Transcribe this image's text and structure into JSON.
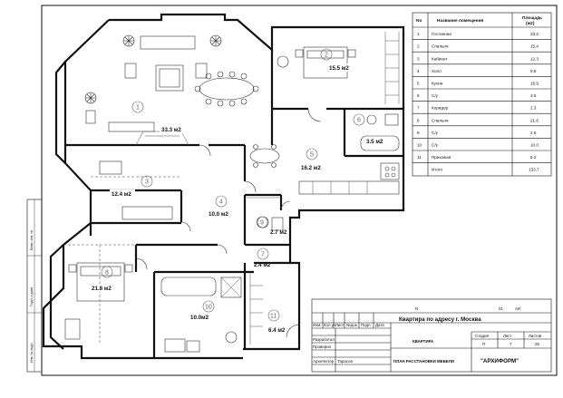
{
  "room_table": {
    "headers": {
      "no": "No",
      "name": "Название помещения",
      "area": "Площадь (м2)"
    },
    "rows": [
      {
        "no": "1",
        "name": "Гостинная",
        "area": "33.2"
      },
      {
        "no": "2",
        "name": "Спальня",
        "area": "15.4"
      },
      {
        "no": "3",
        "name": "Кабинет",
        "area": "12.3"
      },
      {
        "no": "4",
        "name": "Холл",
        "area": "9.6"
      },
      {
        "no": "5",
        "name": "Кухня",
        "area": "15.9"
      },
      {
        "no": "6",
        "name": "С/у",
        "area": "3.6"
      },
      {
        "no": "7",
        "name": "Коридор",
        "area": "2.3"
      },
      {
        "no": "8",
        "name": "Спальня",
        "area": "21.6"
      },
      {
        "no": "9",
        "name": "С/у",
        "area": "2.6"
      },
      {
        "no": "10",
        "name": "С/у",
        "area": "10.0"
      },
      {
        "no": "11",
        "name": "Прихожая",
        "area": "6.2"
      }
    ],
    "total": {
      "label": "Итого",
      "area": "132,7"
    }
  },
  "room_labels": {
    "r1": "33.3 м2",
    "r2": "15.5 м2",
    "r3": "12.4 м2",
    "r4": "10.0 м2",
    "r5": "16.2 м2",
    "r6": "3.5 м2",
    "r7": "2.4 м2",
    "r8": "21.8 м2",
    "r9": "2.7 м2",
    "r10": "10.0м2",
    "r11": "6.4 м2"
  },
  "room_numbers": [
    "1",
    "2",
    "3",
    "4",
    "5",
    "6",
    "7",
    "8",
    "9",
    "10",
    "11"
  ],
  "title_block": {
    "n_label": "N",
    "sheet_code": "01",
    "ai_code": "АИ",
    "address": "Квартира по адресу г. Москва",
    "col_headers": [
      "Изм.",
      "Кол.уч.",
      "Лист",
      "№док.",
      "Подп.",
      "Дата"
    ],
    "roles": [
      {
        "role": "Разработал",
        "name": ""
      },
      {
        "role": "Проверил",
        "name": ""
      },
      {
        "role": "Архитектор",
        "name": "Тарасов"
      }
    ],
    "project_name": "КВАРТИРА",
    "stage_headers": [
      "Стадия",
      "Лист",
      "Листов"
    ],
    "stage_values": [
      "П",
      "7",
      "25"
    ],
    "sheet_title": "ПЛАН РАССТАНОВКИ МЕБЕЛИ",
    "company": "\"АРХИФОРМ\""
  },
  "side_stamp": [
    "Инв. № подл.",
    "Подп. и дата",
    "Взам. инв. №"
  ]
}
